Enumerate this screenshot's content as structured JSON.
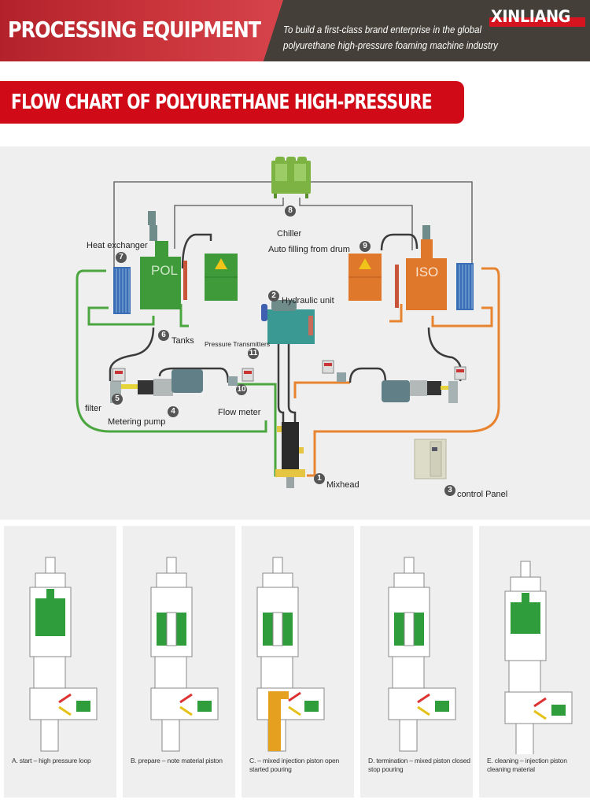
{
  "header": {
    "title": "PROCESSING EQUIPMENT",
    "tagline_line1": "To build a first-class brand enterprise in the global",
    "tagline_line2": "polyurethane high-pressure foaming machine industry",
    "logo": "XINLIANG"
  },
  "section": {
    "title": "FLOW CHART OF POLYURETHANE HIGH-PRESSURE"
  },
  "flowchart": {
    "tank_left_label": "POL",
    "tank_right_label": "ISO",
    "components": [
      {
        "number": "1",
        "label": "Mixhead"
      },
      {
        "number": "2",
        "label": "Hydraulic unit"
      },
      {
        "number": "3",
        "label": "control Panel"
      },
      {
        "number": "4",
        "label": "Metering pump"
      },
      {
        "number": "5",
        "label": "filter"
      },
      {
        "number": "6",
        "label": "Tanks"
      },
      {
        "number": "7",
        "label": "Heat exchanger"
      },
      {
        "number": "8",
        "label": "Chiller"
      },
      {
        "number": "9",
        "label": "Auto filling from drum"
      },
      {
        "number": "10",
        "label": "Flow meter"
      },
      {
        "number": "11",
        "label": "Pressure Transmitters"
      }
    ],
    "colors": {
      "pol": "#3f9a3a",
      "iso": "#e0782c",
      "pipe_pol": "#4ca640",
      "pipe_iso": "#e8842f",
      "chiller": "#7cb342",
      "line": "#555555"
    }
  },
  "stages": [
    {
      "caption": "A. start – high pressure loop"
    },
    {
      "caption": "B. prepare – note material piston"
    },
    {
      "caption": "C. – mixed injection piston open started pouring"
    },
    {
      "caption": "D. termination – mixed piston closed stop pouring"
    },
    {
      "caption": "E. cleaning – injection piston cleaning material"
    }
  ]
}
